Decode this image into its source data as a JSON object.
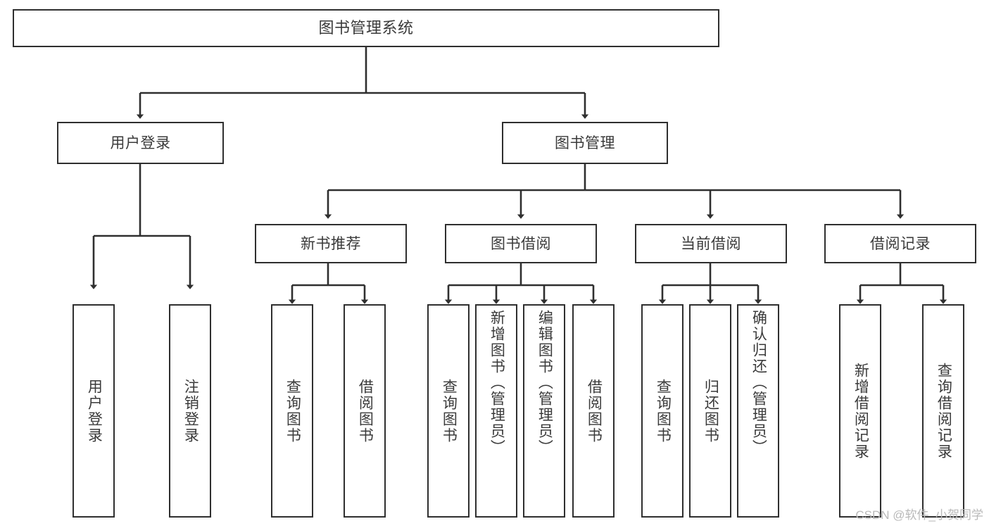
{
  "diagram": {
    "title": "图书管理系统",
    "watermark": "CSDN @软件_小贺同学",
    "colors": {
      "stroke": "#2f2f2f",
      "fill": "#ffffff",
      "text": "#3a3a3a",
      "watermark": "#b9b9b9"
    },
    "levels": {
      "root": {
        "label": "图书管理系统"
      },
      "level2": [
        {
          "label": "用户登录"
        },
        {
          "label": "图书管理"
        }
      ],
      "level3": [
        {
          "label": "新书推荐"
        },
        {
          "label": "图书借阅"
        },
        {
          "label": "当前借阅"
        },
        {
          "label": "借阅记录"
        }
      ],
      "leaves": [
        {
          "label": "用户登录",
          "parent": "用户登录"
        },
        {
          "label": "注销登录",
          "parent": "用户登录"
        },
        {
          "label": "查询图书",
          "parent": "新书推荐"
        },
        {
          "label": "借阅图书",
          "parent": "新书推荐"
        },
        {
          "label": "查询图书",
          "parent": "图书借阅"
        },
        {
          "label": "新增图书（管理员）",
          "parent": "图书借阅"
        },
        {
          "label": "编辑图书（管理员）",
          "parent": "图书借阅"
        },
        {
          "label": "借阅图书",
          "parent": "图书借阅"
        },
        {
          "label": "查询图书",
          "parent": "当前借阅"
        },
        {
          "label": "归还图书",
          "parent": "当前借阅"
        },
        {
          "label": "确认归还（管理员）",
          "parent": "当前借阅"
        },
        {
          "label": "新增借阅记录",
          "parent": "借阅记录"
        },
        {
          "label": "查询借阅记录",
          "parent": "借阅记录"
        }
      ]
    }
  }
}
